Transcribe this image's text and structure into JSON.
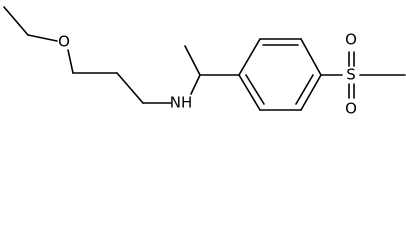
{
  "molecule": {
    "atoms": {
      "oxygen_ether": "O",
      "nitrogen_amine": "NH",
      "sulfur": "S",
      "oxygen_sulfonyl_top": "O",
      "oxygen_sulfonyl_bottom": "O"
    }
  }
}
